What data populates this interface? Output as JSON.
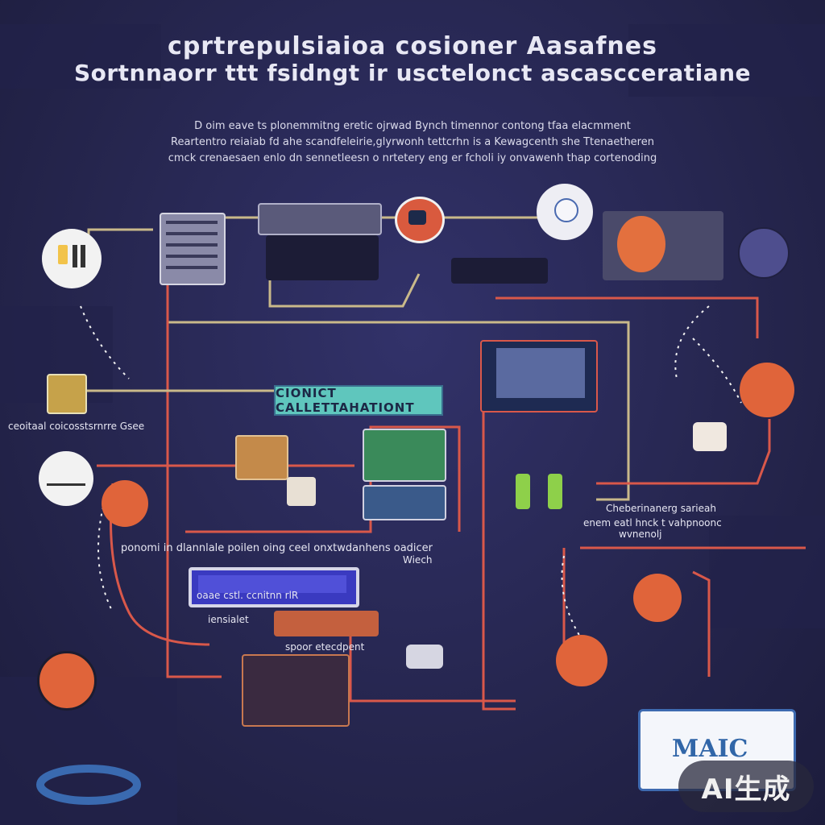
{
  "header": {
    "title_line1": "cprtrepulsiaioa cosioner Aasafnes",
    "title_line2": "Sortnnaorr ttt fsidngt ir usctelonct ascascceratiane"
  },
  "intro": {
    "line1": "D oim eave ts plonemmitng eretic ojrwad Bynch timennor contong tfaa elacmment",
    "line2": "Reartentro reiaiab fd ahe scandfeleirie,glyrwonh tettcrhn is a Kewagcenth she Ttenaetheren",
    "line3": "cmck crenaesaen enlo dn sennetleesn o nrtetery eng er fcholi iy onvawenh thap cortenoding"
  },
  "banner": {
    "label": "CIONICT CALLETTAHATIONT"
  },
  "labels": {
    "left_side": "ceoitaal coicosstsrnrre Gsee",
    "right_top": "Cheberinanerg sarieah",
    "right_mid_1": "enem eatl hnck t vahpnoonc",
    "right_mid_2": "wvnenolj",
    "bottom_band_1": "ponomi in dlannlale poilen oing ceel onxtwdanhens oadicer",
    "bottom_band_2": "Wiech",
    "monitor_text": "oaae cstl.   ccnitnn rlR",
    "below_monitor": "iensialet",
    "bottom_center": "spoor etecdpent"
  },
  "logo": {
    "text": "MAIC"
  },
  "watermark": {
    "text": "AI生成"
  },
  "colors": {
    "background": "#2a2a55",
    "accent_orange": "#e0643a",
    "line_red": "#d9584a",
    "line_tan": "#c9b98a",
    "banner_teal": "#5fc6bd"
  }
}
